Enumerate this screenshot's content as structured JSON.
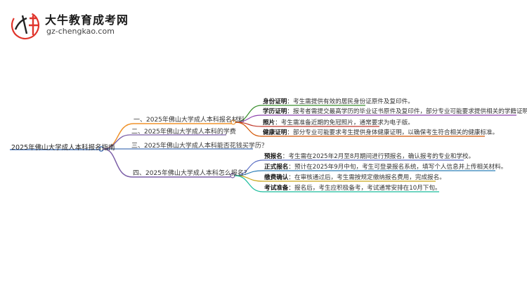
{
  "logo": {
    "title": "大牛教育成考网",
    "url": "gz-chengkao.com",
    "mark_text": "大牛"
  },
  "root": {
    "label": "2025年佛山大学成人本科报名指南"
  },
  "branches": [
    {
      "label": "一、2025年佛山大学成人本科报名材料",
      "color": "#f0932b",
      "leaves": [
        {
          "key": "身份证明",
          "text": "：考生需提供有效的居民身份证原件及复印件。",
          "color": "#3a8f2e"
        },
        {
          "key": "学历证明",
          "text": "：报考者需提交最高学历的毕业证书原件及复印件，部分专业可能要求提供相关的学籍证明。",
          "color": "#8e44ad"
        },
        {
          "key": "照片",
          "text": "：考生需准备近期的免冠照片，通常要求为电子版。",
          "color": "#c0392b"
        },
        {
          "key": "健康证明",
          "text": "：部分专业可能要求考生提供身体健康证明，以确保考生符合相关的健康标准。",
          "color": "#d35400"
        }
      ]
    },
    {
      "label": "二、2025年佛山大学成人本科的学费",
      "color": "#7b5ea7",
      "leaves": []
    },
    {
      "label": "三、2025年佛山大学成人本科能否花钱买学历？",
      "color": "#4a76b8",
      "leaves": []
    },
    {
      "label": "四、2025年佛山大学成人本科怎么报名？",
      "color": "#7b5ea7",
      "leaves": [
        {
          "key": "预报名",
          "text": "：考生需在2025年2月至8月期间进行预报名，确认报考的专业和学校。",
          "color": "#5b6fc4"
        },
        {
          "key": "正式报名",
          "text": "：预计在2025年9月中旬，考生可登录报名系统，填写个人信息并上传相关材料。",
          "color": "#2c7fb8"
        },
        {
          "key": "缴费确认",
          "text": "：在审核通过后，考生需按规定缴纳报名费用，完成报名。",
          "color": "#c9a81c"
        },
        {
          "key": "考试准备",
          "text": "：报名后，考生应积极备考，考试通常安排在10月下旬。",
          "color": "#1abc9c"
        }
      ]
    }
  ]
}
